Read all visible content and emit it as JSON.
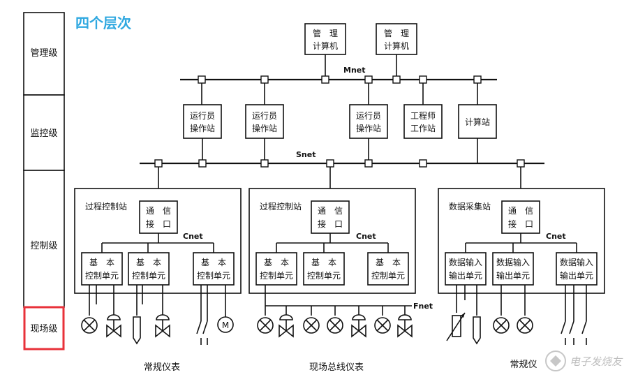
{
  "title": "四个层次",
  "levels": {
    "management": "管理级",
    "supervisory": "监控级",
    "control": "控制级",
    "field": "现场级"
  },
  "management": {
    "computer1": [
      "管　理",
      "计算机"
    ],
    "computer2": [
      "管　理",
      "计算机"
    ]
  },
  "networks": {
    "mnet": "Mnet",
    "snet": "Snet",
    "cnet": "Cnet",
    "fnet": "Fnet"
  },
  "stations": {
    "operator1": [
      "运行员",
      "操作站"
    ],
    "operator2": [
      "运行员",
      "操作站"
    ],
    "operator3": [
      "运行员",
      "操作站"
    ],
    "engineer": [
      "工程师",
      "工作站"
    ],
    "computing": "计算站"
  },
  "control": {
    "process1": "过程控制站",
    "process2": "过程控制站",
    "acquisition": "数据采集站",
    "comm": [
      "通　信",
      "接　口"
    ],
    "basic_unit": [
      "基　本",
      "控制单元"
    ],
    "io_unit": [
      "数据输入",
      "输出单元"
    ]
  },
  "field": {
    "conventional1": "常规仪表",
    "fieldbus": "现场总线仪表",
    "conventional2": "常规仪",
    "motor": "M"
  },
  "highlight_color": "#e8313a",
  "title_color": "#2fa8e0",
  "watermark": "电子发烧友"
}
